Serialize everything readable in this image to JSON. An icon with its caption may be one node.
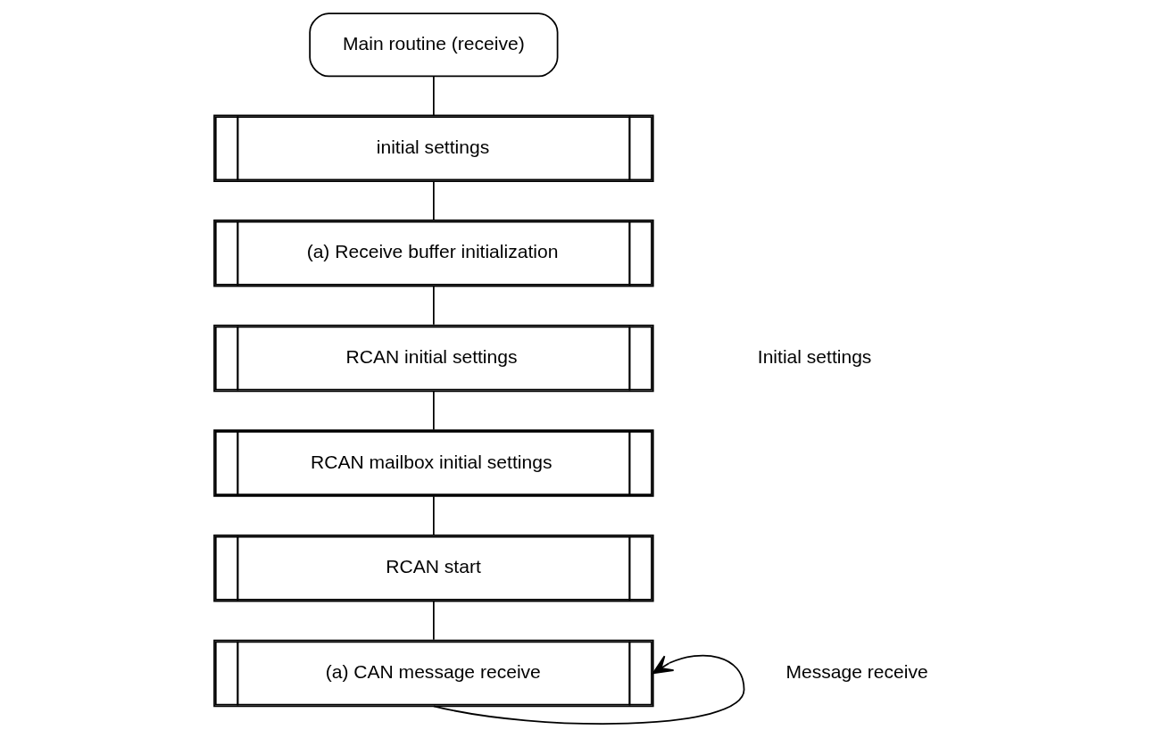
{
  "diagram": {
    "nodes": [
      {
        "text": [
          "Main routine (receive)"
        ]
      },
      {
        "text": [
          "initial settings"
        ]
      },
      {
        "text": [
          "(a) Receive buffer initialization"
        ]
      },
      {
        "text": [
          "RCAN initial settings"
        ]
      },
      {
        "text": [
          "RCAN mailbox initial settings"
        ]
      },
      {
        "text": [
          "RCAN start"
        ]
      },
      {
        "text": [
          "(a) CAN message receive"
        ]
      }
    ],
    "edges": [
      {
        "from": 0,
        "to": 1,
        "arrow": "none"
      },
      {
        "from": 1,
        "to": 2,
        "arrow": "none"
      },
      {
        "from": 2,
        "to": 3,
        "arrow": "none"
      },
      {
        "from": 3,
        "to": 4,
        "arrow": "none"
      },
      {
        "from": 4,
        "to": 5,
        "arrow": "none"
      },
      {
        "from": 5,
        "to": 6,
        "arrow": "none"
      },
      {
        "from": 6,
        "to": 6,
        "arrow": "to"
      }
    ],
    "labels": [
      "Initial settings",
      "Message receive"
    ]
  }
}
